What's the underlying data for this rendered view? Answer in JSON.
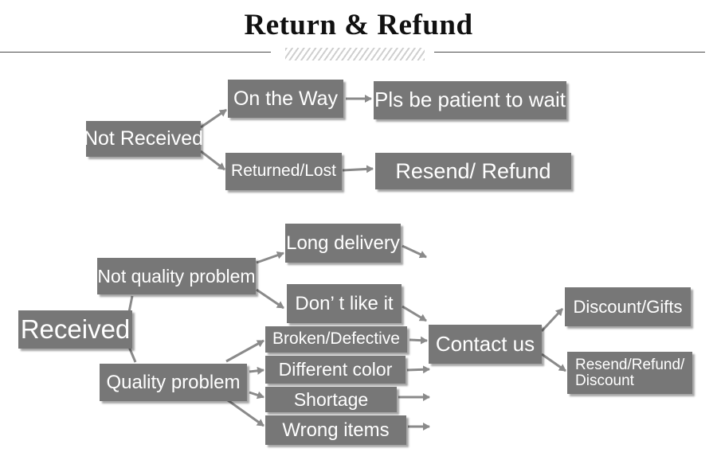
{
  "title": "Return & Refund",
  "colors": {
    "box": "#777777",
    "box_text": "#ffffff",
    "arrow": "#8a8a8a",
    "title": "#111111"
  },
  "nodes": {
    "not_received": "Not Received",
    "on_the_way": "On the Way",
    "pls_be_patient": "Pls be patient to wait",
    "returned_lost": "Returned/Lost",
    "resend_refund": "Resend/ Refund",
    "received": "Received",
    "not_quality_problem": "Not quality problem",
    "long_delivery": "Long delivery",
    "dont_like_it": "Don’ t like it",
    "quality_problem": "Quality problem",
    "broken_defective": "Broken/Defective",
    "different_color": "Different color",
    "shortage": "Shortage",
    "wrong_items": "Wrong items",
    "contact_us": "Contact us",
    "discount_gifts": "Discount/Gifts",
    "resend_refund_discount": "Resend/Refund/ Discount"
  }
}
